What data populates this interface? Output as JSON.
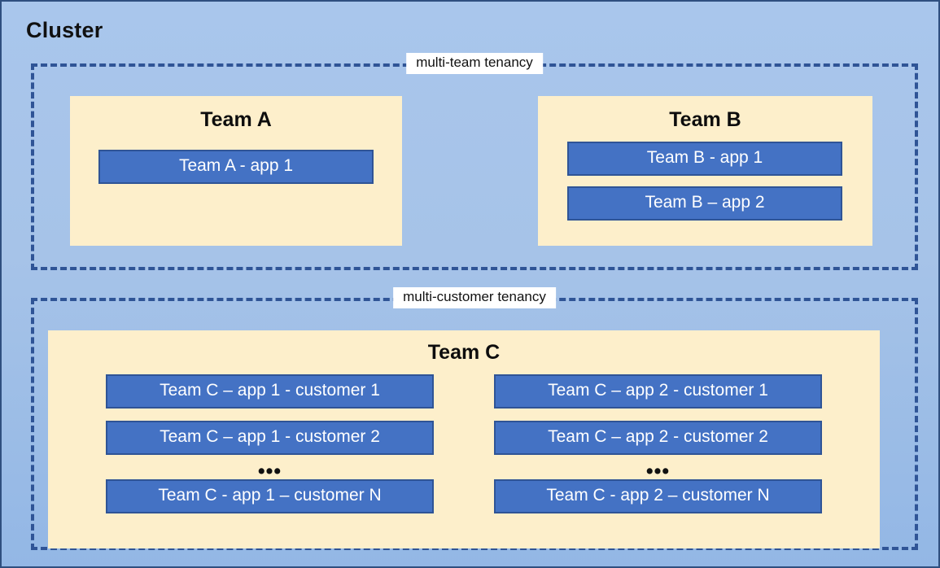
{
  "diagram": {
    "title": "Cluster",
    "colors": {
      "background": "#a6c3e8",
      "panel": "#fdefcb",
      "app_fill": "#4472c4",
      "app_border": "#2f5496",
      "dashed_border": "#2f5496",
      "frame_border": "#2f4f7f",
      "label_background": "#ffffff",
      "text_dark": "#111111",
      "text_light": "#ffffff"
    },
    "groups": [
      {
        "id": "multi-team",
        "label": "multi-team tenancy",
        "teams": [
          {
            "id": "team-a",
            "name": "Team A",
            "apps": [
              "Team A - app 1"
            ]
          },
          {
            "id": "team-b",
            "name": "Team B",
            "apps": [
              "Team B - app 1",
              "Team B – app 2"
            ]
          }
        ]
      },
      {
        "id": "multi-customer",
        "label": "multi-customer tenancy",
        "teams": [
          {
            "id": "team-c",
            "name": "Team C",
            "columns": [
              {
                "id": "team-c-app-1",
                "apps": [
                  "Team C – app 1 - customer 1",
                  "Team C – app 1 - customer 2"
                ],
                "ellipsis": "•••",
                "last_app": "Team C - app 1 – customer N"
              },
              {
                "id": "team-c-app-2",
                "apps": [
                  "Team C – app 2 - customer 1",
                  "Team C – app 2 - customer 2"
                ],
                "ellipsis": "•••",
                "last_app": "Team C - app 2 – customer N"
              }
            ]
          }
        ]
      }
    ]
  }
}
